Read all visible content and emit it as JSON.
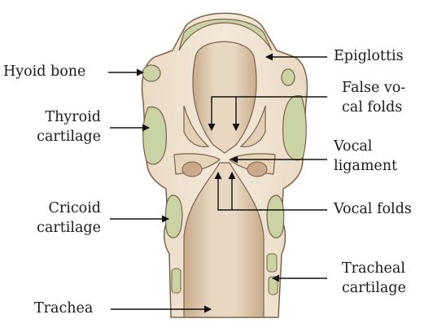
{
  "labels": {
    "hyoid_bone": "Hyoid bone",
    "thyroid_cartilage": [
      "Thyroid",
      "cartilage"
    ],
    "cricoid_cartilage": [
      "Cricoid",
      "cartilage"
    ],
    "trachea": "Trachea",
    "epiglottis": "Epiglottis",
    "false_vocal_folds": [
      "False vo-",
      "cal folds"
    ],
    "vocal_ligament": [
      "Vocal",
      "ligament"
    ],
    "vocal_folds": "Vocal folds",
    "tracheal_cartilage": [
      "Tracheal",
      "cartilage"
    ]
  },
  "colors": {
    "tissue": "#efe3d1",
    "tissue_dark": "#d8c2a4",
    "cavity": "#d9c2a5",
    "cartilage": "#c9d3a4",
    "outline": "#7d6249",
    "arrow": "#111111",
    "text": "#1a1a1a"
  }
}
